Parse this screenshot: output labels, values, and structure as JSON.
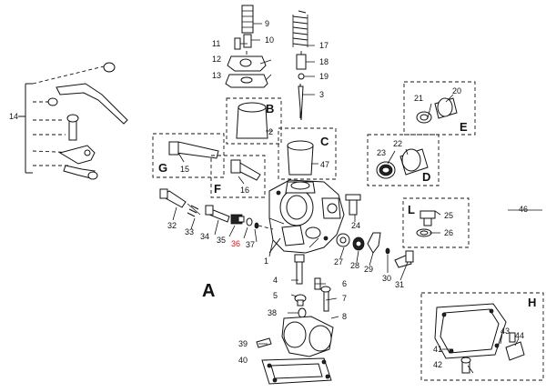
{
  "parts": [
    "1",
    "2",
    "3",
    "4",
    "5",
    "6",
    "7",
    "8",
    "9",
    "10",
    "11",
    "12",
    "13",
    "14",
    "15",
    "16",
    "17",
    "18",
    "19",
    "20",
    "21",
    "22",
    "23",
    "24",
    "25",
    "26",
    "27",
    "28",
    "29",
    "30",
    "31",
    "32",
    "33",
    "34",
    "35",
    "36",
    "37",
    "38",
    "39",
    "40",
    "41",
    "42",
    "43",
    "44",
    "46",
    "47"
  ],
  "highlighted_part": "36",
  "group_labels": [
    "A",
    "B",
    "C",
    "D",
    "E",
    "F",
    "G",
    "H",
    "L"
  ],
  "colors": {
    "line": "#111111",
    "highlight": "#e01010",
    "background": "#ffffff"
  }
}
